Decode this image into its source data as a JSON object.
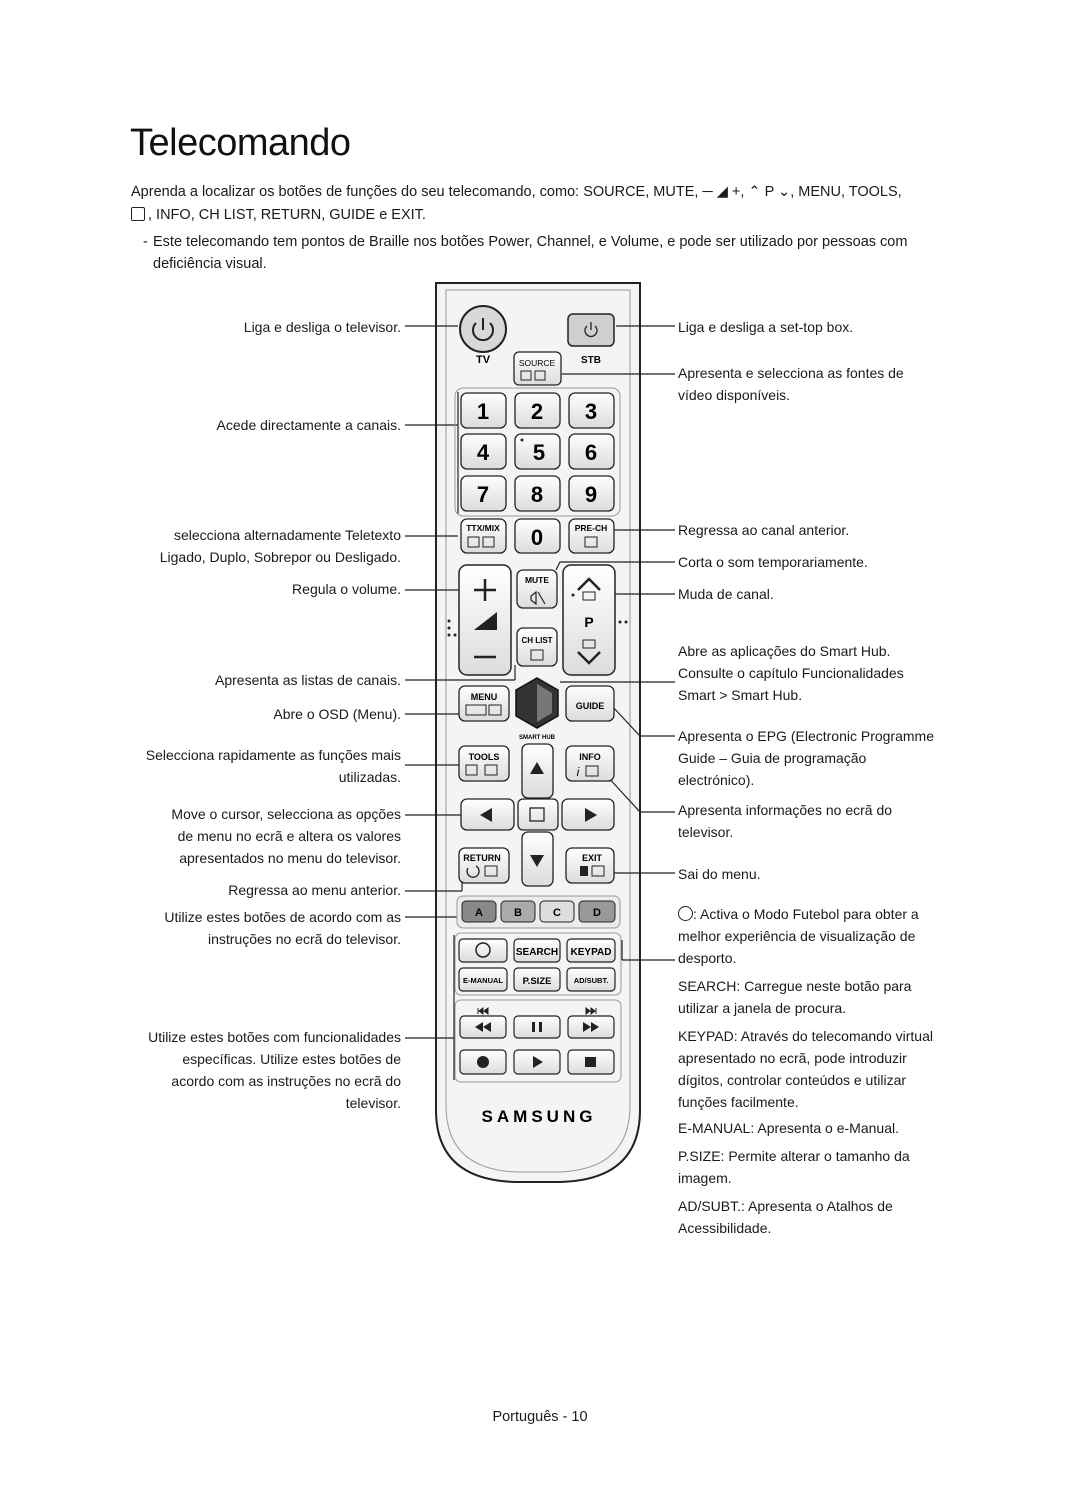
{
  "page": {
    "title": "Telecomando",
    "intro_line1": "Aprenda a localizar os botões de funções do seu telecomando, como: SOURCE, MUTE, ─ ◢ +, ⌃ P ⌄, MENU, TOOLS,",
    "intro_line2": ", INFO, CH LIST, RETURN, GUIDE e EXIT.",
    "braille_dash": "-",
    "braille_note": "Este telecomando tem pontos de Braille nos botões Power, Channel, e Volume, e pode ser utilizado por pessoas com deficiência visual.",
    "footer": "Português - 10"
  },
  "labels_left": {
    "tv_power": "Liga e desliga o televisor.",
    "numbers": "Acede directamente a canais.",
    "ttx_1": "selecciona alternadamente Teletexto",
    "ttx_2": "Ligado, Duplo, Sobrepor ou Desligado.",
    "volume": "Regula o volume.",
    "chlist": "Apresenta as listas de canais.",
    "menu": "Abre o OSD (Menu).",
    "tools_1": "Selecciona rapidamente as funções mais",
    "tools_2": "utilizadas.",
    "nav_1": "Move o cursor, selecciona as opções",
    "nav_2": "de menu no ecrã e altera os valores",
    "nav_3": "apresentados no menu do televisor.",
    "return": "Regressa ao menu anterior.",
    "color_1": "Utilize estes botões de acordo com as",
    "color_2": "instruções no ecrã do televisor.",
    "media_1": "Utilize estes botões com funcionalidades",
    "media_2": "específicas. Utilize estes botões de",
    "media_3": "acordo com as instruções no ecrã do",
    "media_4": "televisor."
  },
  "labels_right": {
    "stb_power": "Liga e desliga a set-top box.",
    "source_1": "Apresenta e selecciona as fontes de",
    "source_2": "vídeo disponíveis.",
    "prech": "Regressa ao canal anterior.",
    "mute": "Corta o som temporariamente.",
    "channel": "Muda de canal.",
    "smarthub_1": "Abre as aplicações do Smart Hub.",
    "smarthub_2": "Consulte o capítulo Funcionalidades",
    "smarthub_3": "Smart > Smart Hub.",
    "guide_1": "Apresenta o EPG (Electronic Programme",
    "guide_2": "Guide – Guia de programação",
    "guide_3": "electrónico).",
    "info_1": "Apresenta informações no ecrã do",
    "info_2": "televisor.",
    "exit": "Sai do menu.",
    "football_1": ": Activa o Modo Futebol para obter a",
    "football_2": "melhor experiência de visualização de",
    "football_3": "desporto.",
    "search_1": "SEARCH: Carregue neste botão para",
    "search_2": "utilizar a janela de procura.",
    "keypad_1": "KEYPAD: Através do telecomando virtual",
    "keypad_2": "apresentado no ecrã, pode introduzir",
    "keypad_3": "dígitos, controlar conteúdos e utilizar",
    "keypad_4": "funções facilmente.",
    "emanual": "E-MANUAL: Apresenta o e-Manual.",
    "psize_1": "P.SIZE: Permite alterar o tamanho da",
    "psize_2": "imagem.",
    "adsubt_1": "AD/SUBT.: Apresenta o Atalhos de",
    "adsubt_2": "Acessibilidade."
  },
  "remote": {
    "brand": "SAMSUNG",
    "tv": "TV",
    "stb": "STB",
    "source": "SOURCE",
    "digits": [
      "1",
      "2",
      "3",
      "4",
      "5",
      "6",
      "7",
      "8",
      "9"
    ],
    "zero": "0",
    "ttx": "TTX/MIX",
    "prech": "PRE-CH",
    "mute": "MUTE",
    "chlist": "CH LIST",
    "p": "P",
    "menu": "MENU",
    "guide": "GUIDE",
    "smarthub": "SMART HUB",
    "tools": "TOOLS",
    "info": "INFO",
    "return": "RETURN",
    "exit": "EXIT",
    "colors": [
      "A",
      "B",
      "C",
      "D"
    ],
    "search": "SEARCH",
    "keypad": "KEYPAD",
    "emanual": "E-MANUAL",
    "psize": "P.SIZE",
    "adsubt": "AD/SUBT.",
    "color_a": "#b42a2a",
    "color_b": "#2f8a3c",
    "color_c": "#d9b52a",
    "color_d": "#2f5fae"
  }
}
